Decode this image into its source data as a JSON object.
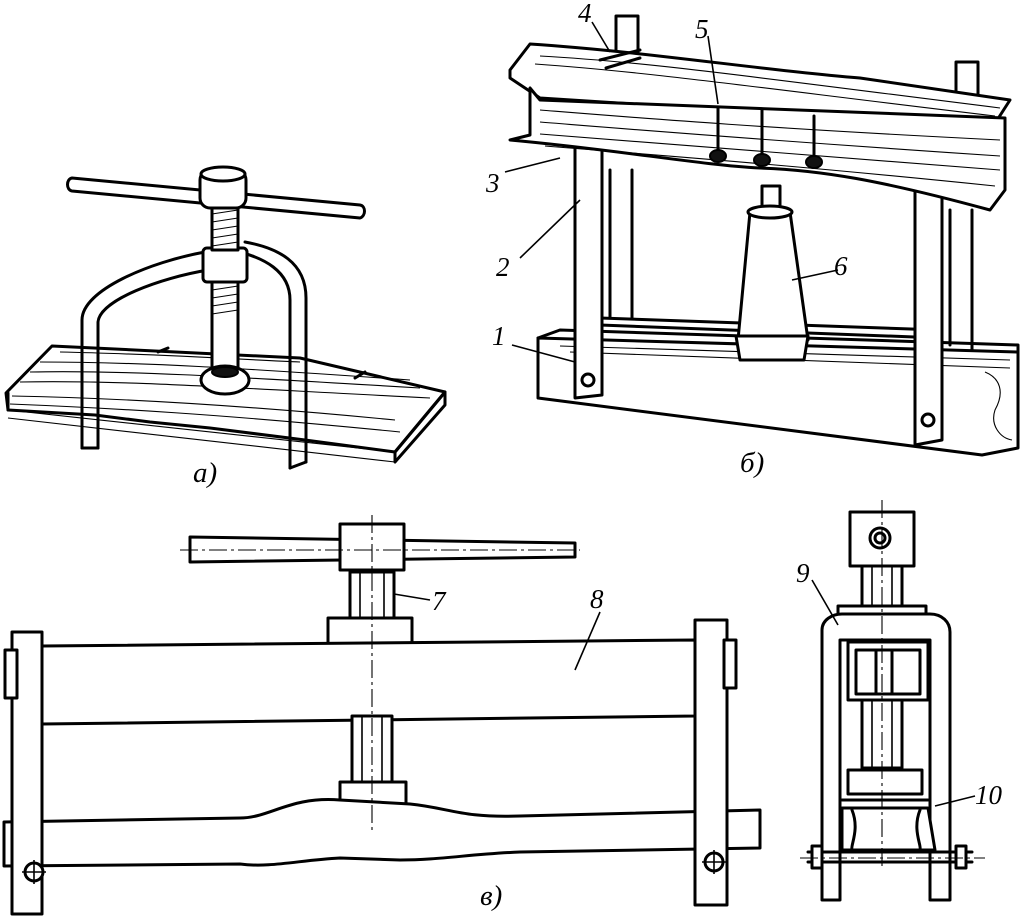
{
  "figure": {
    "captions": {
      "a": "а)",
      "b": "б)",
      "v": "в)"
    },
    "callouts": [
      "1",
      "2",
      "3",
      "4",
      "5",
      "6",
      "7",
      "8",
      "9",
      "10"
    ]
  }
}
